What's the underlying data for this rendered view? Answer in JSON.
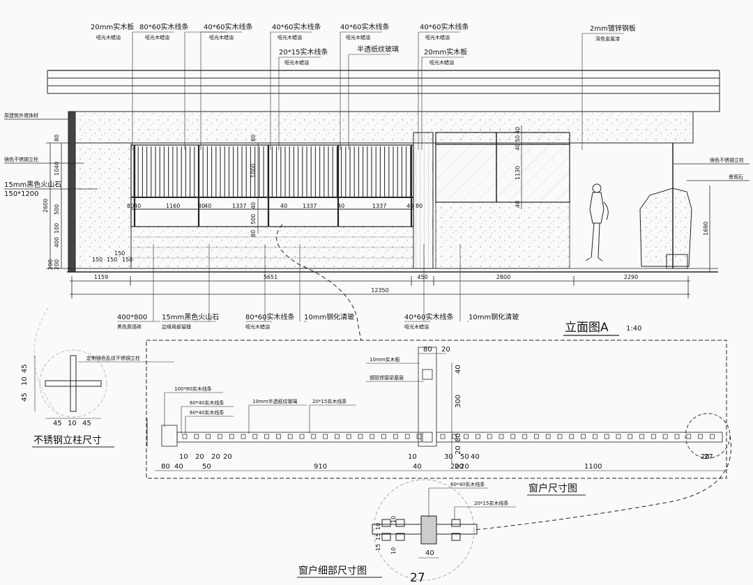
{
  "elevation": {
    "title": "立面图A",
    "scale": "1:40",
    "top_callouts": [
      {
        "main": "20mm实木板",
        "sub": "哑光木蜡油"
      },
      {
        "main": "80*60实木线条",
        "sub": "哑光木蜡油"
      },
      {
        "main": "40*60实木线条",
        "sub": "哑光木蜡油"
      },
      {
        "main": "40*60实木线条",
        "sub": "哑光木蜡油"
      },
      {
        "main": "20*15实木线条",
        "sub": "哑光木蜡油"
      },
      {
        "main": "40*60实木线条",
        "sub": "哑光木蜡油"
      },
      {
        "main": "半透纸纹玻璃",
        "sub": ""
      },
      {
        "main": "40*60实木线条",
        "sub": "哑光木蜡油"
      },
      {
        "main": "20mm实木板",
        "sub": "哑光木蜡油"
      },
      {
        "main": "2mm镀锌钢板",
        "sub": "深色金属漆"
      }
    ],
    "left_callouts": [
      "原建筑外墙饰材",
      "镜色不锈钢立柱",
      "15mm黑色火山石",
      "150*1200"
    ],
    "right_callouts": [
      "镜色不锈钢立柱",
      "景观石"
    ],
    "bottom_callouts": [
      {
        "main": "400*800",
        "sub": "黑色质感砖"
      },
      {
        "main": "15mm黑色火山石",
        "sub": "边缘局部留缝"
      },
      {
        "main": "80*60实木线条",
        "sub": "哑光木蜡油"
      },
      {
        "main": "10mm钢化清玻",
        "sub": ""
      },
      {
        "main": "40*60实木线条",
        "sub": "哑光木蜡油"
      },
      {
        "main": "10mm钢化清玻",
        "sub": ""
      }
    ],
    "vertical_dims_left": [
      "80",
      "1040",
      "2600",
      "500",
      "100",
      "400",
      "200",
      "200"
    ],
    "small_dims": [
      "150",
      "150",
      "150",
      "150"
    ],
    "inner_dims": [
      "80",
      "40",
      "1160",
      "80",
      "40",
      "1337",
      "40",
      "1337",
      "40",
      "1337",
      "40",
      "80"
    ],
    "center_vertical_dims": [
      "80",
      "1000",
      "40",
      "500",
      "80"
    ],
    "window_dims": [
      "40",
      "50",
      "40",
      "1130",
      "40"
    ],
    "right_dim": "1690",
    "bottom_dims": [
      "1159",
      "5651",
      "450",
      "2800",
      "2290"
    ],
    "total_dim": "12350"
  },
  "window": {
    "title": "窗户尺寸图",
    "callouts": [
      "100*80实木线条",
      "60*40实木线条",
      "60*40实木线条",
      "10mm半透纸纹玻璃",
      "20*15实木线条",
      "10mm实木板",
      "钢管焊接梁基层"
    ],
    "top_dims": [
      "80",
      "20"
    ],
    "vertical_dims": [
      "40",
      "300",
      "80",
      "20"
    ],
    "bottom_dims": [
      "80",
      "40",
      "10",
      "20",
      "50",
      "20",
      "20",
      "910",
      "10",
      "40",
      "30",
      "20",
      "50",
      "40",
      "20",
      "20",
      "1100",
      "20",
      "27"
    ]
  },
  "post": {
    "title": "不锈钢立柱尺寸",
    "callout": "定制镜色乱纹不锈钢立柱",
    "left_dims": [
      "45",
      "10",
      "45"
    ],
    "bottom_dims": [
      "45",
      "10",
      "45"
    ]
  },
  "detail": {
    "title": "窗户细部尺寸图",
    "callouts": [
      "60*40实木线条",
      "20*15实木线条"
    ],
    "dims": [
      "10",
      "15",
      "15",
      "10",
      "10",
      "40"
    ]
  },
  "page_number": "27"
}
